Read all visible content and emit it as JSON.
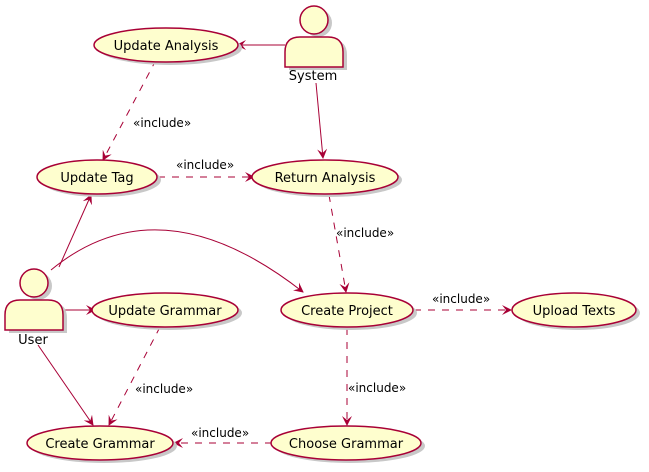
{
  "diagram": {
    "type": "use-case",
    "colors": {
      "fill": "#FEFECE",
      "stroke": "#A80036",
      "shadow": "#C8C8C8",
      "text": "#000000"
    },
    "actors": [
      {
        "id": "user",
        "label": "User"
      },
      {
        "id": "system",
        "label": "System"
      }
    ],
    "usecases": [
      {
        "id": "update_analysis",
        "label": "Update Analysis"
      },
      {
        "id": "update_tag",
        "label": "Update Tag"
      },
      {
        "id": "return_analysis",
        "label": "Return Analysis"
      },
      {
        "id": "update_grammar",
        "label": "Update Grammar"
      },
      {
        "id": "create_project",
        "label": "Create Project"
      },
      {
        "id": "upload_texts",
        "label": "Upload Texts"
      },
      {
        "id": "create_grammar",
        "label": "Create Grammar"
      },
      {
        "id": "choose_grammar",
        "label": "Choose Grammar"
      }
    ],
    "relations": [
      {
        "from": "system",
        "to": "update_analysis",
        "style": "solid"
      },
      {
        "from": "system",
        "to": "return_analysis",
        "style": "solid"
      },
      {
        "from": "update_analysis",
        "to": "update_tag",
        "style": "dashed",
        "label": "«include»"
      },
      {
        "from": "update_tag",
        "to": "return_analysis",
        "style": "dashed",
        "label": "«include»"
      },
      {
        "from": "return_analysis",
        "to": "create_project",
        "style": "dashed",
        "label": "«include»"
      },
      {
        "from": "user",
        "to": "update_tag",
        "style": "solid"
      },
      {
        "from": "user",
        "to": "create_project",
        "style": "solid"
      },
      {
        "from": "user",
        "to": "update_grammar",
        "style": "solid"
      },
      {
        "from": "user",
        "to": "create_grammar",
        "style": "solid"
      },
      {
        "from": "create_project",
        "to": "upload_texts",
        "style": "dashed",
        "label": "«include»"
      },
      {
        "from": "update_grammar",
        "to": "create_grammar",
        "style": "dashed",
        "label": "«include»"
      },
      {
        "from": "create_project",
        "to": "choose_grammar",
        "style": "dashed",
        "label": "«include»"
      },
      {
        "from": "choose_grammar",
        "to": "create_grammar",
        "style": "dashed",
        "label": "«include»"
      }
    ]
  }
}
